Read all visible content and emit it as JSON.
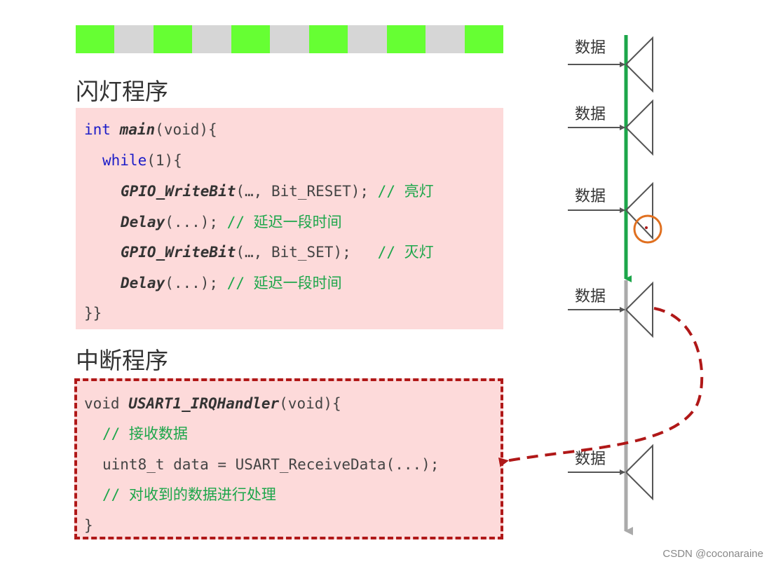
{
  "strip": {
    "colors": [
      "#66ff33",
      "#d6d6d6",
      "#66ff33",
      "#d6d6d6",
      "#66ff33",
      "#d6d6d6",
      "#66ff33",
      "#d6d6d6",
      "#66ff33",
      "#d6d6d6",
      "#66ff33"
    ]
  },
  "main_heading": "闪灯程序",
  "main_code": {
    "l1_kw": "int",
    "l1_fn": "main",
    "l1_rest": "(void){",
    "l2_kw": "while",
    "l2_rest": "(1){",
    "l3_fn": "GPIO_WriteBit",
    "l3_rest": "(…, Bit_RESET); ",
    "l3_cm": "// 亮灯",
    "l4_fn": "Delay",
    "l4_rest": "(...); ",
    "l4_cm": "// 延迟一段时间",
    "l5_fn": "GPIO_WriteBit",
    "l5_rest": "(…, Bit_SET);   ",
    "l5_cm": "// 灭灯",
    "l6_fn": "Delay",
    "l6_rest": "(...); ",
    "l6_cm": "// 延迟一段时间",
    "l7": "}}"
  },
  "isr_heading": "中断程序",
  "isr_code": {
    "l1_pre": "void ",
    "l1_fn": "USART1_IRQHandler",
    "l1_rest": "(void){",
    "l2_cm": "// 接收数据",
    "l3": "uint8_t data = USART_ReceiveData(...);",
    "l4_cm": "// 对收到的数据进行处理",
    "l5": "}"
  },
  "timeline": {
    "data_label": "数据",
    "labels": [
      "数据",
      "数据",
      "数据",
      "数据",
      "数据"
    ],
    "main_color": "#1ca64a",
    "isr_color": "#aaaaaa",
    "dash_color": "#b01818",
    "marker_color": "#e07020"
  },
  "watermark": "CSDN @coconaraine"
}
